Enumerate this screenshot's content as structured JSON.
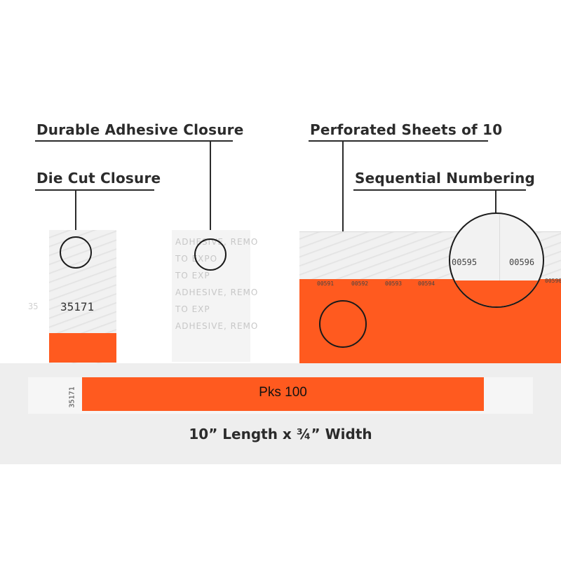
{
  "callouts": {
    "durable": "Durable Adhesive Closure",
    "diecut": "Die Cut Closure",
    "perforated": "Perforated Sheets of 10",
    "sequential": "Sequential Numbering"
  },
  "closure_band": {
    "number": "35171"
  },
  "adhesive_text": [
    "ADHESIVE, REMO",
    "TO EXPO",
    "TO EXP",
    "ADHESIVE, REMO",
    "TO EXP",
    "ADHESIVE, REMO"
  ],
  "sheet": {
    "numbers": [
      "00591",
      "00592",
      "00593",
      "00594"
    ],
    "magnified": [
      "00595",
      "00596"
    ],
    "edge_number": "00596"
  },
  "wristband": {
    "side_number": "35171",
    "pack_label": "Pks 100"
  },
  "dimensions": "10” Length x ¾” Width",
  "colors": {
    "accent": "#ff5a1f",
    "panel": "#eeeeee",
    "line": "#2b2b2b"
  }
}
